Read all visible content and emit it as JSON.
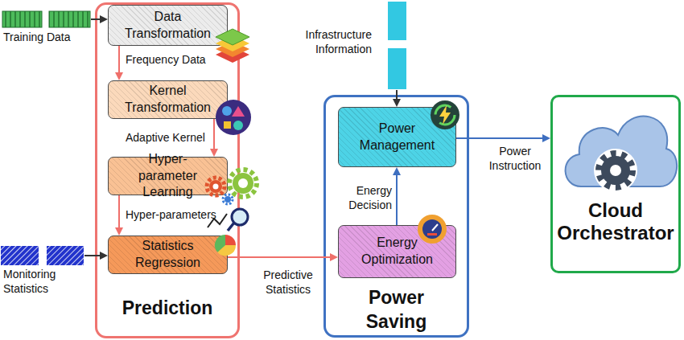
{
  "diagram": {
    "nodes": [
      {
        "text": [
          "Training Data"
        ]
      },
      {
        "text": [
          "Prediction"
        ]
      },
      {
        "text": [
          "Data Transformation"
        ],
        "in": 1
      },
      {
        "text": [
          "Kernel Transformation"
        ],
        "in": 1
      },
      {
        "text": [
          "Hyper-parameter Learning"
        ],
        "in": 1
      },
      {
        "text": [
          "Statistics Regression"
        ],
        "in": 1
      },
      {
        "text": [
          "Monitoring Statistics"
        ]
      },
      {
        "text": [
          "Infrastructure Information"
        ]
      },
      {
        "text": [
          "Power Saving"
        ]
      },
      {
        "text": [
          "Power Management"
        ],
        "in": 8
      },
      {
        "text": [
          "Energy Optimization"
        ],
        "in": 8
      },
      {
        "text": [
          "Cloud Orchestrator"
        ]
      }
    ],
    "edges": [
      {
        "from": 0,
        "to": 2,
        "arrow": "to"
      },
      {
        "from": 2,
        "to": 3,
        "label": "Frequency Data",
        "arrow": "to"
      },
      {
        "from": 3,
        "to": 4,
        "label": "Adaptive Kernel",
        "arrow": "to"
      },
      {
        "from": 4,
        "to": 5,
        "label": "Hyper-parameters",
        "arrow": "to"
      },
      {
        "from": 6,
        "to": 5,
        "arrow": "to"
      },
      {
        "from": 5,
        "to": 10,
        "label": "Predictive Statistics",
        "arrow": "to"
      },
      {
        "from": 7,
        "to": 9,
        "arrow": "to"
      },
      {
        "from": 10,
        "to": 9,
        "label": "Energy Decision",
        "arrow": "to"
      },
      {
        "from": 9,
        "to": 11,
        "label": "Power Instruction",
        "arrow": "to"
      }
    ]
  }
}
